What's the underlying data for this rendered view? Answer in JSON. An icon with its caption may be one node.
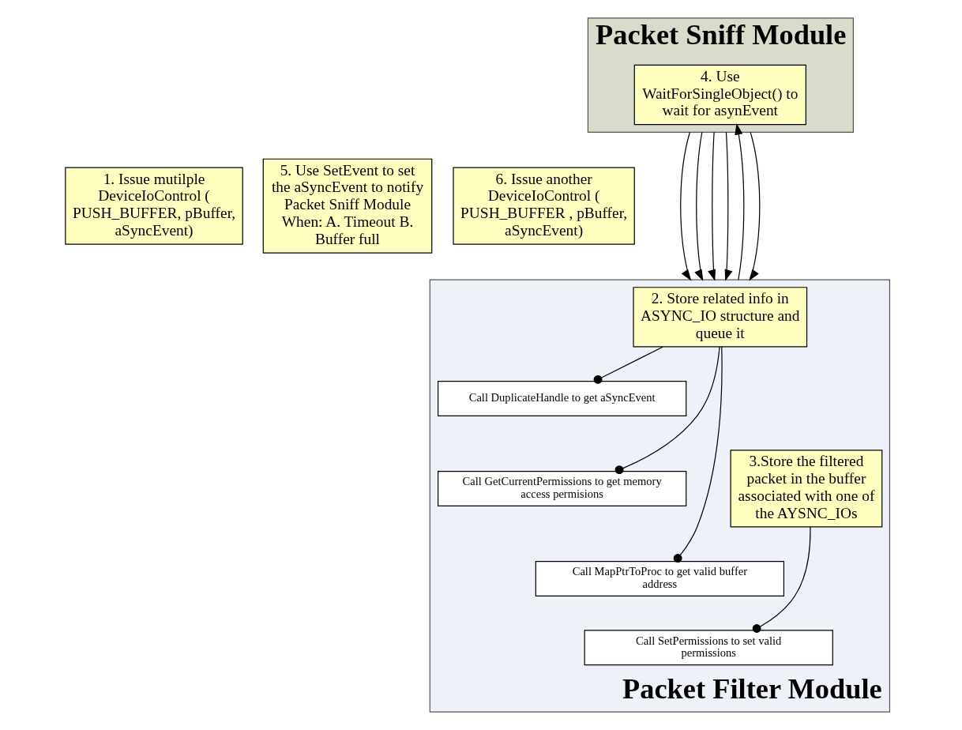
{
  "diagram": {
    "nodes": [
      {
        "text": [
          "Packet Sniff Module"
        ]
      },
      {
        "text": [
          "4. Use WaitForSingleObject() to wait for asynEvent"
        ],
        "in": 0
      },
      {
        "text": [
          "1. Issue mutilple DeviceIoControl ( PUSH_BUFFER, pBuffer, aSyncEvent)"
        ]
      },
      {
        "text": [
          "5. Use SetEvent to set the aSyncEvent to notify Packet Sniff Module When: A. Timeout B. Buffer full"
        ]
      },
      {
        "text": [
          "6. Issue another DeviceIoControl ( PUSH_BUFFER , pBuffer, aSyncEvent)"
        ]
      },
      {
        "text": [
          "Packet Filter Module"
        ]
      },
      {
        "text": [
          "2. Store related info in ASYNC_IO structure and queue it"
        ],
        "in": 5
      },
      {
        "text": [
          "Call DuplicateHandle to get aSyncEvent"
        ],
        "in": 5
      },
      {
        "text": [
          "Call GetCurrentPermissions to get memory access permisions"
        ],
        "in": 5
      },
      {
        "text": [
          "Call MapPtrToProc to get valid buffer address"
        ],
        "in": 5
      },
      {
        "text": [
          "3.Store the filtered packet in the buffer associated with one of the AYSNC_IOs"
        ],
        "in": 5
      },
      {
        "text": [
          "Call SetPermissions to set valid permissions"
        ],
        "in": 5
      }
    ],
    "edges": [
      {
        "from": 0,
        "to": 5,
        "arrow": "to"
      },
      {
        "from": 0,
        "to": 5,
        "arrow": "to"
      },
      {
        "from": 0,
        "to": 5,
        "arrow": "to"
      },
      {
        "from": 0,
        "to": 5,
        "arrow": "to"
      },
      {
        "from": 5,
        "to": 1,
        "arrow": "to"
      },
      {
        "from": 0,
        "to": 5,
        "arrow": "to"
      },
      {
        "from": 6,
        "to": 7,
        "arrow": "other"
      },
      {
        "from": 6,
        "to": 8,
        "arrow": "other"
      },
      {
        "from": 6,
        "to": 9,
        "arrow": "other"
      },
      {
        "from": 10,
        "to": 11,
        "arrow": "other"
      }
    ]
  }
}
